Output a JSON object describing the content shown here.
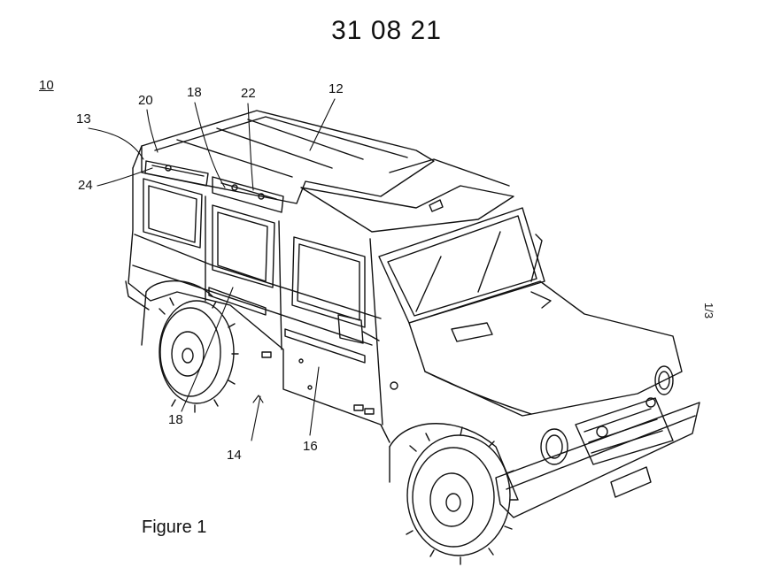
{
  "header": {
    "date_stamp": "31 08 21"
  },
  "sheet_number": "1/3",
  "figure_caption": "Figure 1",
  "reference_numerals": {
    "vehicle": "10",
    "n12": "12",
    "n13": "13",
    "n14": "14",
    "n16": "16",
    "n18_top": "18",
    "n18_bottom": "18",
    "n20": "20",
    "n22": "22",
    "n24": "24"
  },
  "drawing": {
    "subject": "4x4 off-road vehicle, perspective view, line art",
    "line_color": "#111111"
  }
}
